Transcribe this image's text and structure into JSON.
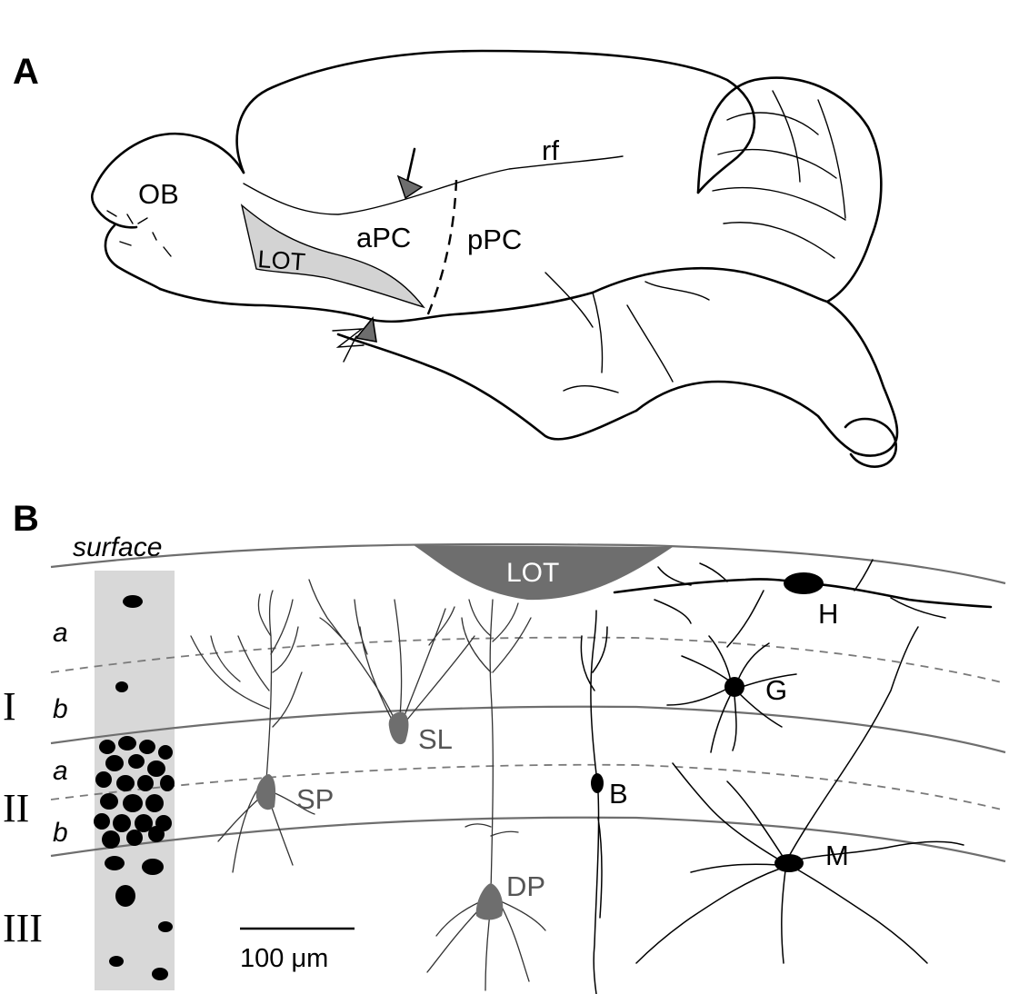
{
  "panel_a": {
    "letter": "A",
    "labels": {
      "ob": "OB",
      "lot": "LOT",
      "apc": "aPC",
      "ppc": "pPC",
      "rf": "rf"
    }
  },
  "panel_b": {
    "letter": "B",
    "surface_label": "surface",
    "lot_label": "LOT",
    "layers": {
      "l1": "I",
      "l2": "II",
      "l3": "III"
    },
    "sublayers": {
      "l1a": "a",
      "l1b": "b",
      "l2a": "a",
      "l2b": "b"
    },
    "cells": {
      "sp": "SP",
      "sl": "SL",
      "dp": "DP",
      "b": "B",
      "h": "H",
      "g": "G",
      "m": "M"
    },
    "scale_bar": {
      "label": "100 μm"
    }
  },
  "colors": {
    "line": "#000000",
    "lot_fill_a": "#d3d3d3",
    "lot_fill_b": "#6e6e6e",
    "column_fill": "#d8d8d8",
    "soma_gray": "#6e6e6e"
  }
}
